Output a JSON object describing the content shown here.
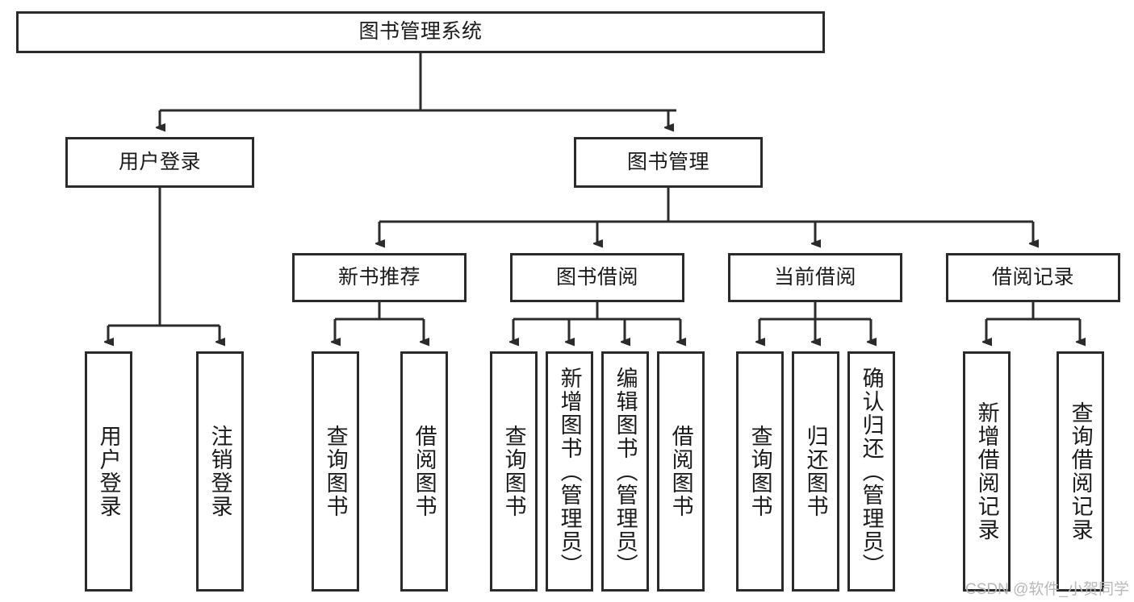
{
  "diagram": {
    "type": "tree-hierarchy",
    "title": "图书管理系统",
    "root": {
      "label": "图书管理系统"
    },
    "level2": [
      {
        "label": "用户登录"
      },
      {
        "label": "图书管理"
      }
    ],
    "level3": [
      {
        "label": "新书推荐"
      },
      {
        "label": "图书借阅"
      },
      {
        "label": "当前借阅"
      },
      {
        "label": "借阅记录"
      }
    ],
    "leaves": {
      "user_login": [
        {
          "label": "用户登录"
        },
        {
          "label": "注销登录"
        }
      ],
      "new_book_recommend": [
        {
          "label": "查询图书"
        },
        {
          "label": "借阅图书"
        }
      ],
      "book_borrow": [
        {
          "label": "查询图书"
        },
        {
          "label": "新增图书（管理员）"
        },
        {
          "label": "编辑图书（管理员）"
        },
        {
          "label": "借阅图书"
        }
      ],
      "current_borrow": [
        {
          "label": "查询图书"
        },
        {
          "label": "归还图书"
        },
        {
          "label": "确认归还（管理员）"
        }
      ],
      "borrow_record": [
        {
          "label": "新增借阅记录"
        },
        {
          "label": "查询借阅记录"
        }
      ]
    }
  },
  "watermark": {
    "text": "CSDN @软件_小贺同学"
  },
  "colors": {
    "box_border": "#2b2b2b",
    "box_fill": "#ffffff",
    "line": "#2b2b2b",
    "text": "#1a1a1a",
    "watermark": "#b8b8b8"
  }
}
